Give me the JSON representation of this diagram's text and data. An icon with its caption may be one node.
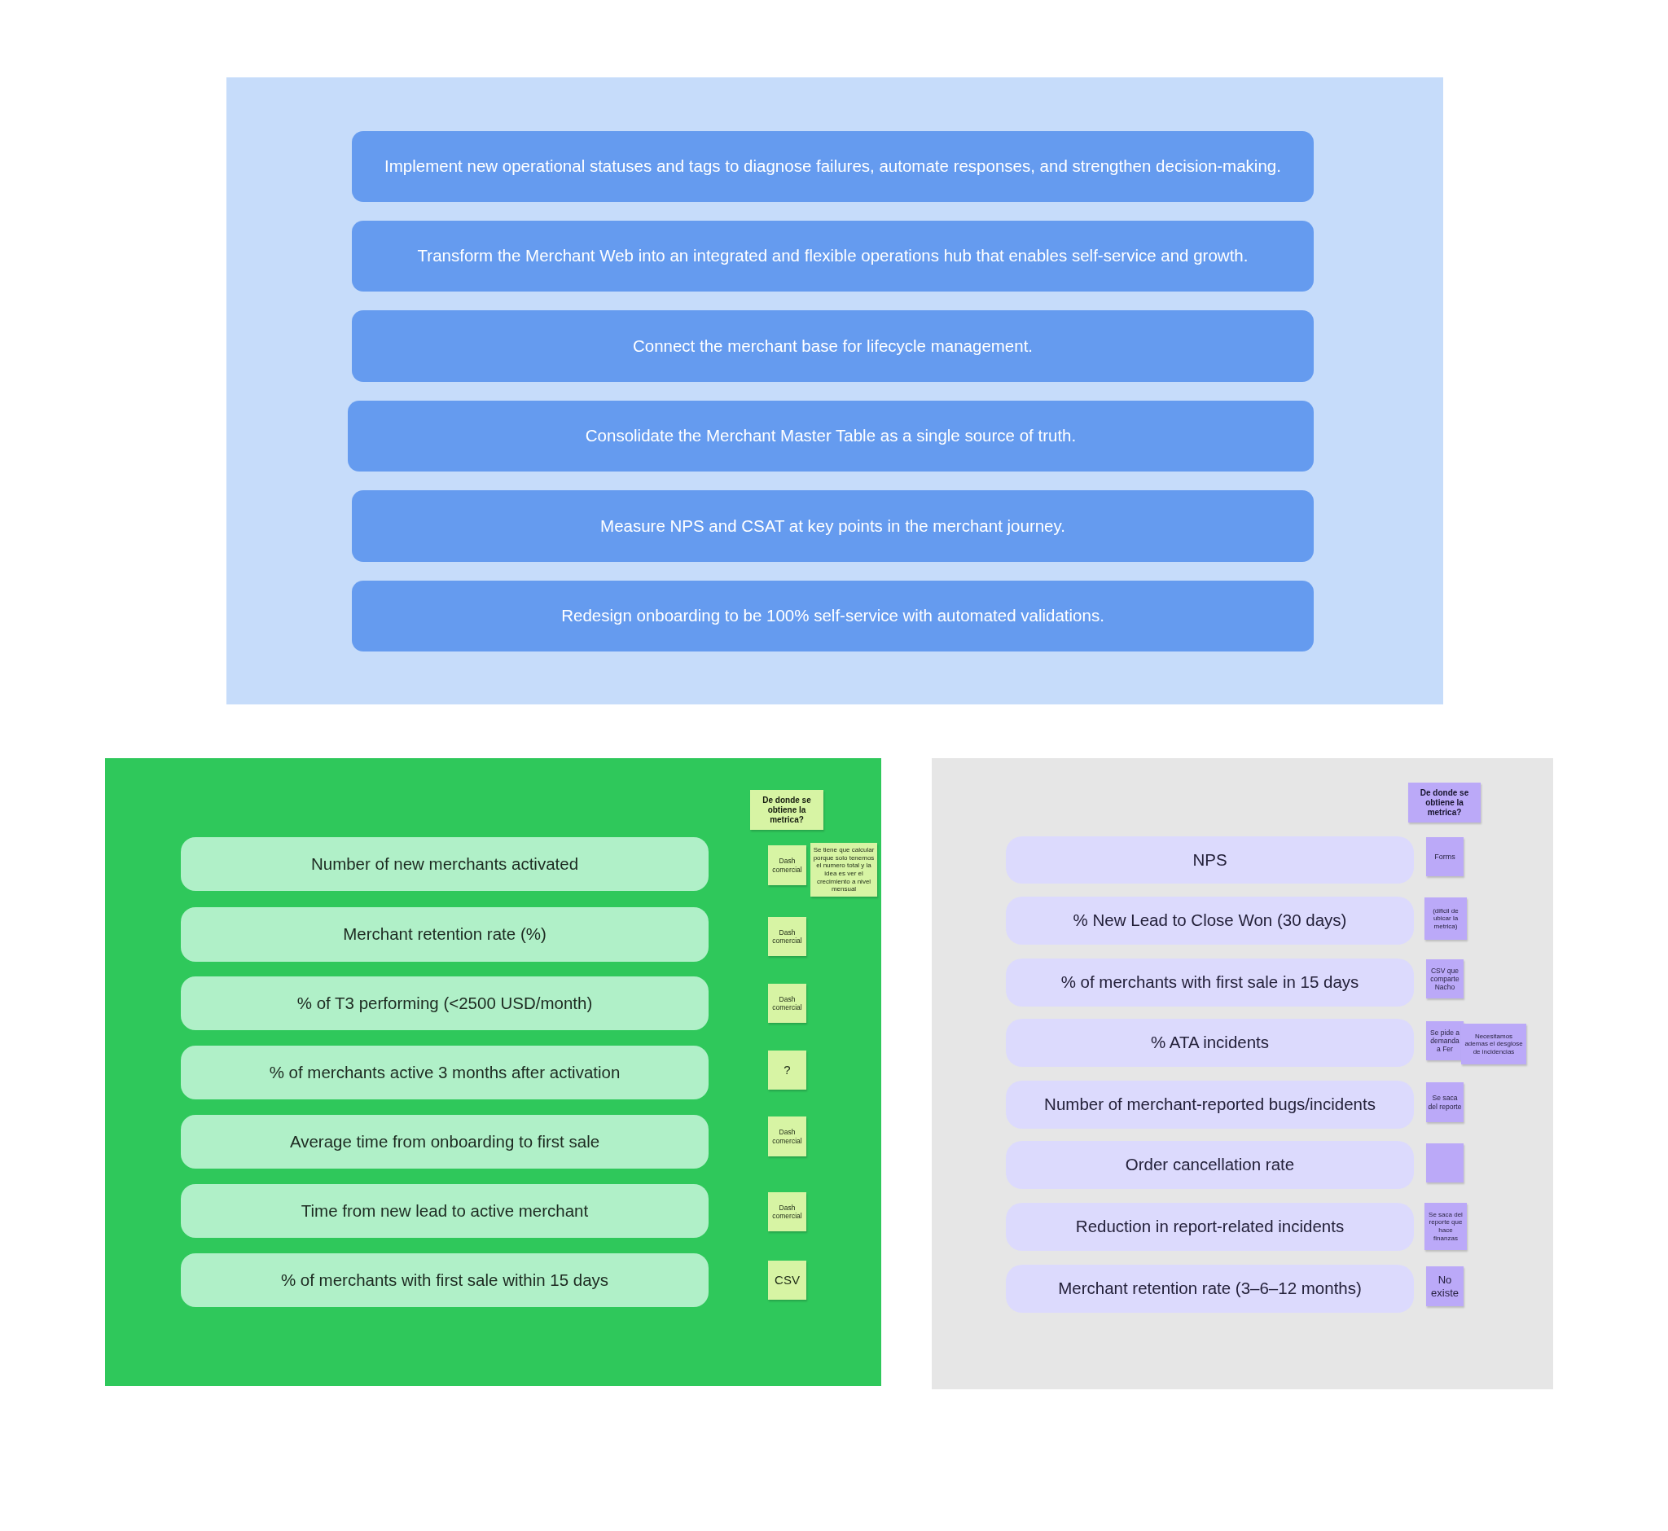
{
  "diagram": {
    "nodes": [
      {
        "text": [],
        "shape": "box"
      },
      {
        "text": [
          "Implement new operational statuses and tags to diagnose failures, automate responses, and strengthen decision-making."
        ],
        "in": 0
      },
      {
        "text": [
          "Transform the Merchant Web into an integrated and flexible operations hub that enables self-service and growth."
        ],
        "in": 0
      },
      {
        "text": [
          "Connect the merchant base for lifecycle management."
        ],
        "in": 0
      },
      {
        "text": [
          "Consolidate the Merchant Master Table as a single source of truth."
        ],
        "in": 0
      },
      {
        "text": [
          "Measure NPS and CSAT at key points in the merchant journey."
        ],
        "in": 0
      },
      {
        "text": [
          "Redesign onboarding to be 100% self-service with automated validations."
        ],
        "in": 0
      },
      {
        "text": [],
        "shape": "box"
      },
      {
        "text": [
          "De donde se obtiene la metrica?"
        ],
        "in": 7
      },
      {
        "text": [
          "Number of new merchants activated"
        ],
        "in": 7
      },
      {
        "text": [
          "Dash comercial"
        ],
        "in": 7
      },
      {
        "text": [
          "Se tiene que calcular porque solo tenemos el numero total y la idea es ver el crecimiento a nivel mensual"
        ],
        "in": 7
      },
      {
        "text": [
          "Merchant retention rate (%)"
        ],
        "in": 7
      },
      {
        "text": [
          "Dash comercial"
        ],
        "in": 7
      },
      {
        "text": [
          "% of T3 performing (<2500 USD/month)"
        ],
        "in": 7
      },
      {
        "text": [
          "Dash comercial"
        ],
        "in": 7
      },
      {
        "text": [
          "% of merchants active 3 months after activation"
        ],
        "in": 7
      },
      {
        "text": [
          "?"
        ],
        "in": 7
      },
      {
        "text": [
          "Average time from onboarding to first sale"
        ],
        "in": 7
      },
      {
        "text": [
          "Dash comercial"
        ],
        "in": 7
      },
      {
        "text": [
          "Time from new lead to active merchant"
        ],
        "in": 7
      },
      {
        "text": [
          "Dash comercial"
        ],
        "in": 7
      },
      {
        "text": [
          "% of merchants with first sale within 15 days"
        ],
        "in": 7
      },
      {
        "text": [
          "CSV"
        ],
        "in": 7
      },
      {
        "text": [],
        "shape": "box"
      },
      {
        "text": [
          "De donde se obtiene la metrica?"
        ],
        "in": 24
      },
      {
        "text": [
          "NPS"
        ],
        "in": 24
      },
      {
        "text": [
          "Forms"
        ],
        "in": 24
      },
      {
        "text": [
          "% New Lead to Close Won (30 days)"
        ],
        "in": 24
      },
      {
        "text": [
          "(dificil de ubicar la metrica)"
        ],
        "in": 24
      },
      {
        "text": [
          "% of merchants with first sale in 15 days"
        ],
        "in": 24
      },
      {
        "text": [
          "CSV que comparte Nacho"
        ],
        "in": 24
      },
      {
        "text": [
          "% ATA incidents"
        ],
        "in": 24
      },
      {
        "text": [
          "Se pide a demanda a Fer"
        ],
        "in": 24
      },
      {
        "text": [
          "Necesitamos ademas el desglose de incidencias"
        ],
        "in": 24
      },
      {
        "text": [
          "Number of merchant-reported bugs/incidents"
        ],
        "in": 24
      },
      {
        "text": [
          "Se saca del reporte"
        ],
        "in": 24
      },
      {
        "text": [
          "Order cancellation rate"
        ],
        "in": 24
      },
      {
        "text": [],
        "shape": "box",
        "in": 24
      },
      {
        "text": [
          "Reduction in report-related incidents"
        ],
        "in": 24
      },
      {
        "text": [
          "Se saca del reporte que hace finanzas"
        ],
        "in": 24
      },
      {
        "text": [
          "Merchant retention rate (3–6–12 months)"
        ],
        "in": 24
      },
      {
        "text": [
          "No existe"
        ],
        "in": 24
      }
    ]
  }
}
